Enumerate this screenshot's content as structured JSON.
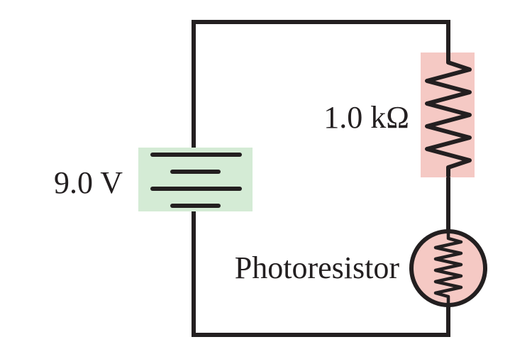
{
  "battery": {
    "label": "9.0 V",
    "highlight_color": "#d4ebd5"
  },
  "resistor": {
    "label": "1.0 kΩ",
    "highlight_color": "#f5c9c4"
  },
  "photoresistor": {
    "label": "Photoresistor",
    "highlight_color": "#f5c9c4"
  },
  "wire_color": "#231f20"
}
